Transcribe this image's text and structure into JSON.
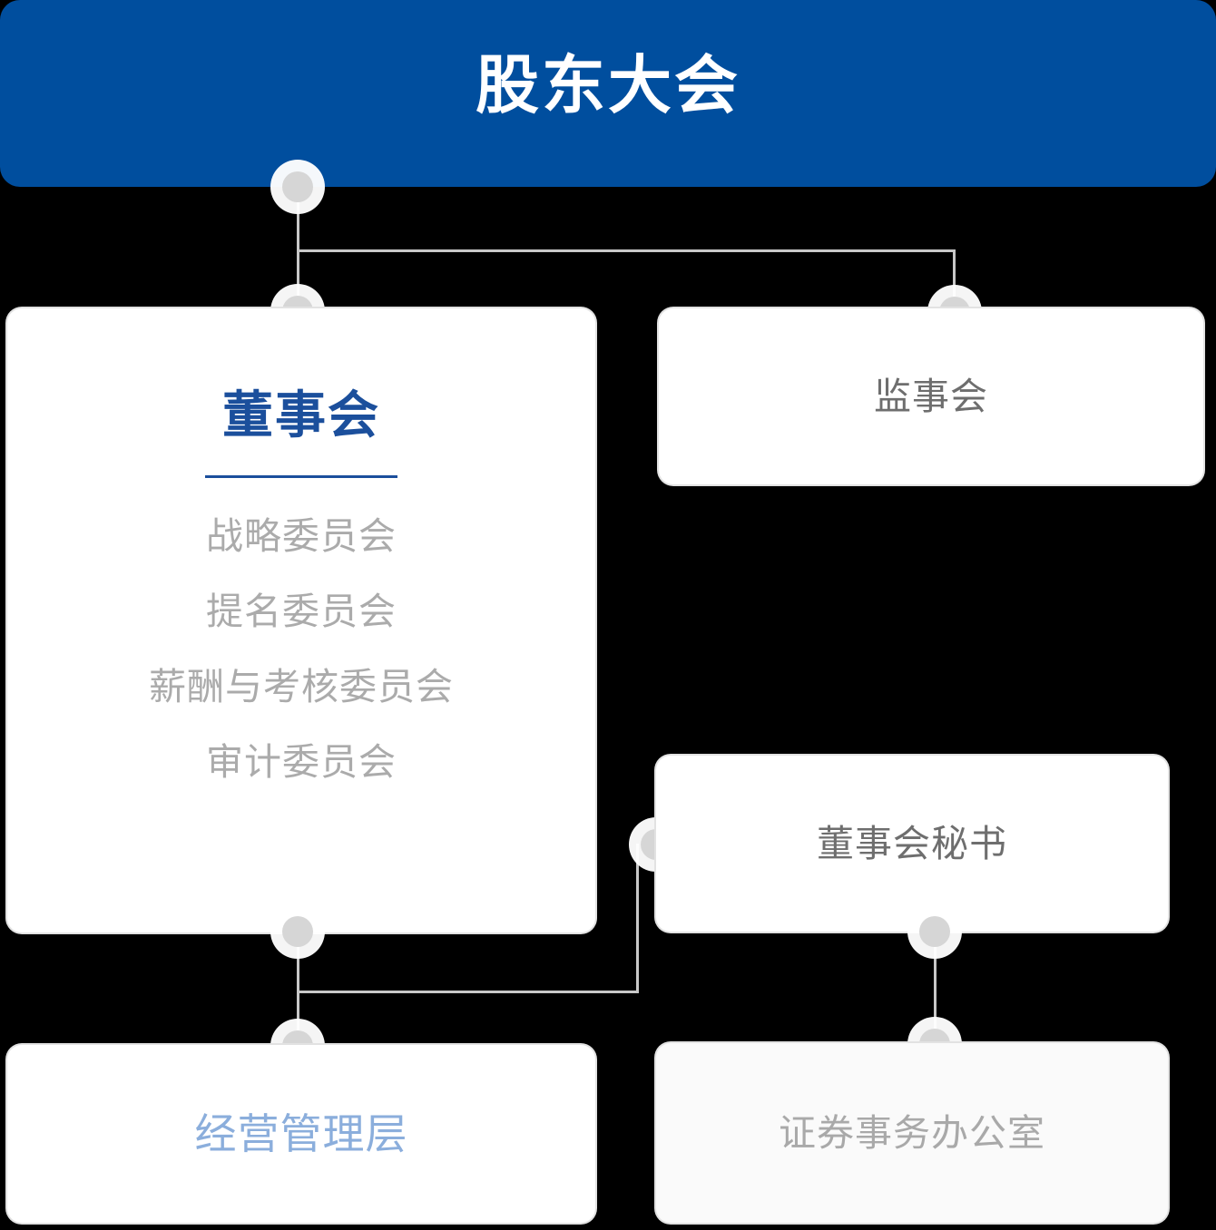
{
  "banner": {
    "title": "股东大会"
  },
  "nodes": {
    "board": {
      "title": "董事会",
      "committees": [
        "战略委员会",
        "提名委员会",
        "薪酬与考核委员会",
        "审计委员会"
      ]
    },
    "supervisors": {
      "label": "监事会"
    },
    "secretary": {
      "label": "董事会秘书"
    },
    "management": {
      "label": "经营管理层"
    },
    "securities": {
      "label": "证券事务办公室"
    }
  },
  "colors": {
    "banner_bg": "#004E9E",
    "board_title": "#1B4F9C",
    "committee_text": "#ABABAB",
    "node_text": "#6E6E6E",
    "management_text": "#8BAEDC",
    "securities_text": "#A9A9A9",
    "connector": "#C8C8C8",
    "dot": "#D6D6D6",
    "card_border": "#E2E2E2",
    "page_bg": "#000000"
  }
}
